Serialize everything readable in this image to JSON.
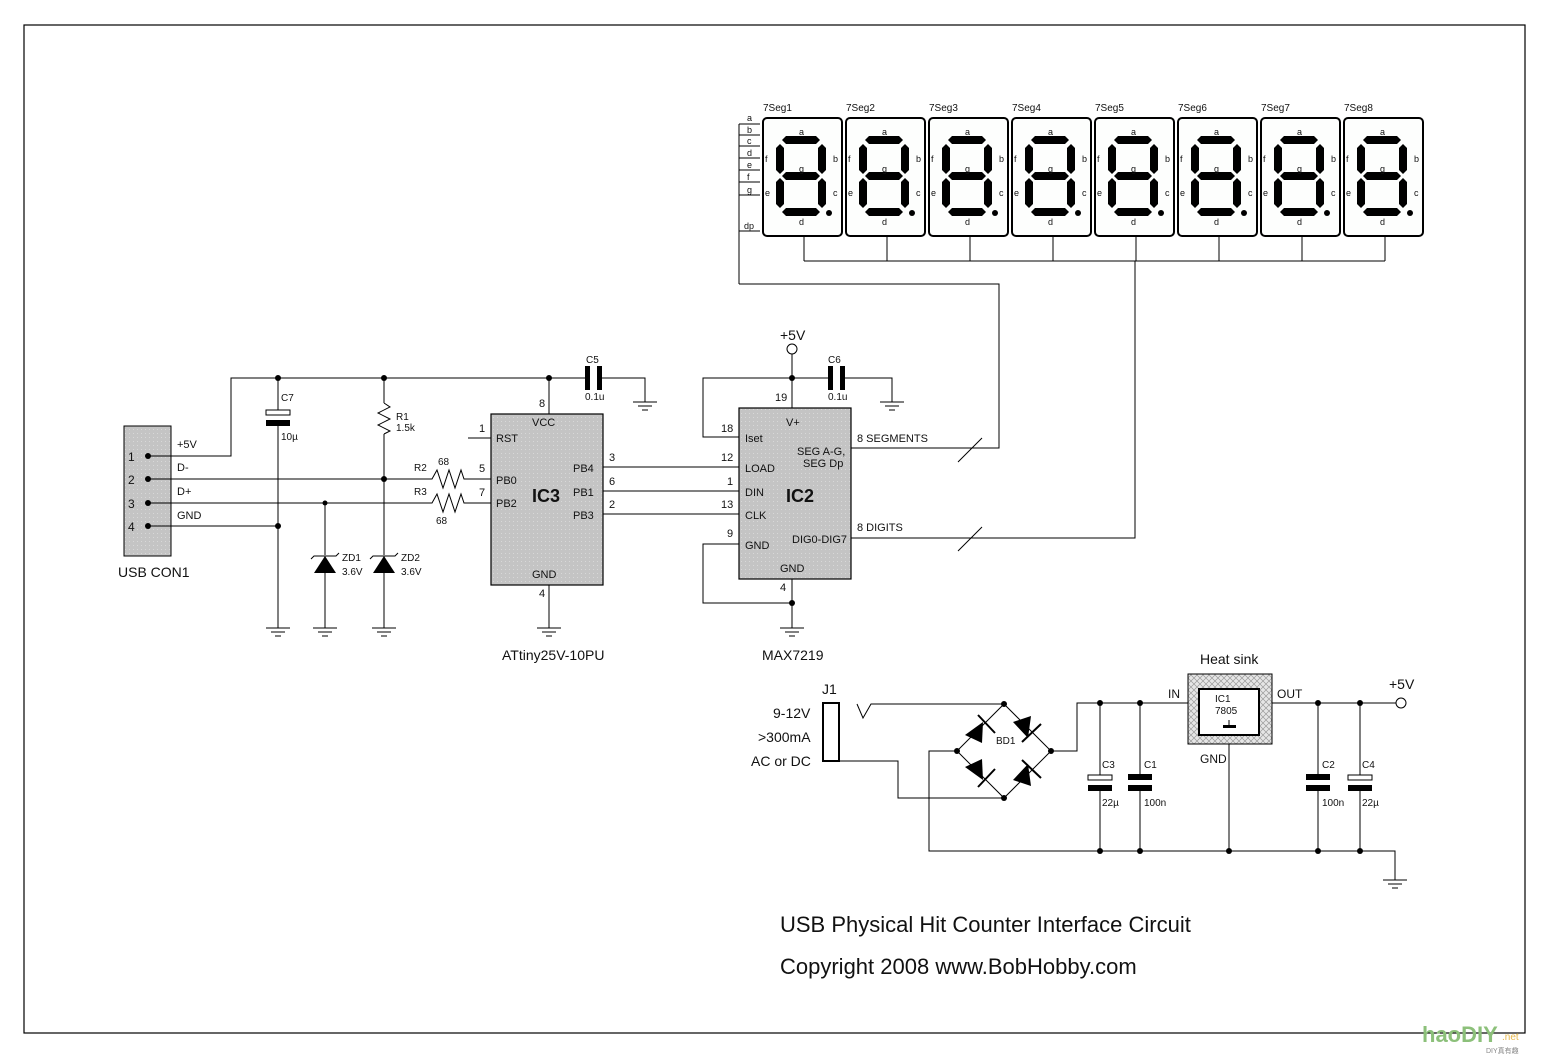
{
  "title": "USB Physical Hit Counter Interface Circuit",
  "copyright": "Copyright 2008 www.BobHobby.com",
  "watermark": {
    "main": "haoDIY",
    "suffix": ".net",
    "sub": "DIY真有趣"
  },
  "displays": {
    "labels": [
      "7Seg1",
      "7Seg2",
      "7Seg3",
      "7Seg4",
      "7Seg5",
      "7Seg6",
      "7Seg7",
      "7Seg8"
    ],
    "segment_letters": {
      "a": "a",
      "b": "b",
      "c": "c",
      "d": "d",
      "e": "e",
      "f": "f",
      "g": "g"
    },
    "bus_labels": [
      "a",
      "b",
      "c",
      "d",
      "e",
      "f",
      "g",
      "dp"
    ]
  },
  "usb": {
    "name": "USB CON1",
    "pins": [
      {
        "num": "1",
        "label": "+5V"
      },
      {
        "num": "2",
        "label": "D-"
      },
      {
        "num": "3",
        "label": "D+"
      },
      {
        "num": "4",
        "label": "GND"
      }
    ]
  },
  "components": {
    "c7": {
      "ref": "C7",
      "value": "10µ"
    },
    "r1": {
      "ref": "R1",
      "value": "1.5k"
    },
    "r2": {
      "ref": "R2",
      "value": "68"
    },
    "r3": {
      "ref": "R3",
      "value": "68"
    },
    "zd1": {
      "ref": "ZD1",
      "value": "3.6V"
    },
    "zd2": {
      "ref": "ZD2",
      "value": "3.6V"
    },
    "c5": {
      "ref": "C5",
      "value": "0.1u"
    },
    "c6": {
      "ref": "C6",
      "value": "0.1u"
    },
    "c3": {
      "ref": "C3",
      "value": "22µ"
    },
    "c1": {
      "ref": "C1",
      "value": "100n"
    },
    "c2": {
      "ref": "C2",
      "value": "100n"
    },
    "c4": {
      "ref": "C4",
      "value": "22µ"
    },
    "bd1": {
      "ref": "BD1"
    }
  },
  "ic3": {
    "ref": "IC3",
    "part": "ATtiny25V-10PU",
    "pins": {
      "vcc": {
        "num": "8",
        "name": "VCC"
      },
      "rst": {
        "num": "1",
        "name": "RST"
      },
      "pb0": {
        "num": "5",
        "name": "PB0"
      },
      "pb2": {
        "num": "7",
        "name": "PB2"
      },
      "pb4": {
        "num": "3",
        "name": "PB4"
      },
      "pb1": {
        "num": "6",
        "name": "PB1"
      },
      "pb3": {
        "num": "2",
        "name": "PB3"
      },
      "gnd": {
        "num": "4",
        "name": "GND"
      }
    }
  },
  "ic2": {
    "ref": "IC2",
    "part": "MAX7219",
    "pins": {
      "vplus": {
        "num": "19",
        "name": "V+"
      },
      "iset": {
        "num": "18",
        "name": "Iset"
      },
      "load": {
        "num": "12",
        "name": "LOAD"
      },
      "din": {
        "num": "1",
        "name": "DIN"
      },
      "clk": {
        "num": "13",
        "name": "CLK"
      },
      "gnd1": {
        "num": "9",
        "name": "GND"
      },
      "gnd2": {
        "num": "4",
        "name": "GND"
      },
      "seg_line1": "SEG A-G,",
      "seg_line2": "SEG Dp",
      "dig": "DIG0-DIG7"
    },
    "seg_bus": "8 SEGMENTS",
    "dig_bus": "8 DIGITS"
  },
  "power": {
    "vcc_label": "+5V",
    "vcc_label_out": "+5V",
    "j1": "J1",
    "input_lines": [
      "9-12V",
      ">300mA",
      "AC or DC"
    ],
    "heatsink": "Heat sink",
    "reg_ref": "IC1",
    "reg_part": "7805",
    "in": "IN",
    "out": "OUT",
    "gnd": "GND"
  }
}
